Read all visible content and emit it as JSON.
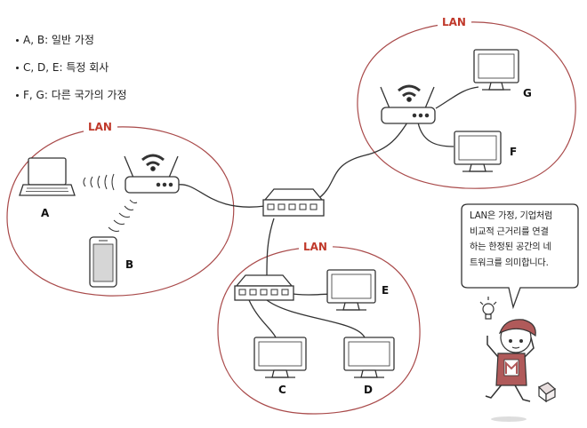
{
  "legend": {
    "items": [
      "A, B: 일반 가정",
      "C, D, E: 특정 회사",
      "F, G: 다른 국가의 가정"
    ]
  },
  "networks": {
    "lan_label": "LAN"
  },
  "devices": {
    "A": "A",
    "B": "B",
    "C": "C",
    "D": "D",
    "E": "E",
    "F": "F",
    "G": "G"
  },
  "speech_bubble": {
    "lines": [
      "LAN은 가정, 기업처럼",
      "비교적 근거리를 연결",
      "하는 한정된 공간의 네",
      "트워크를 의미합니다."
    ]
  },
  "colors": {
    "lan_outline": "#a94a4a",
    "lan_text": "#c0392b",
    "device_stroke": "#333333",
    "character_cap": "#b05a5a"
  }
}
